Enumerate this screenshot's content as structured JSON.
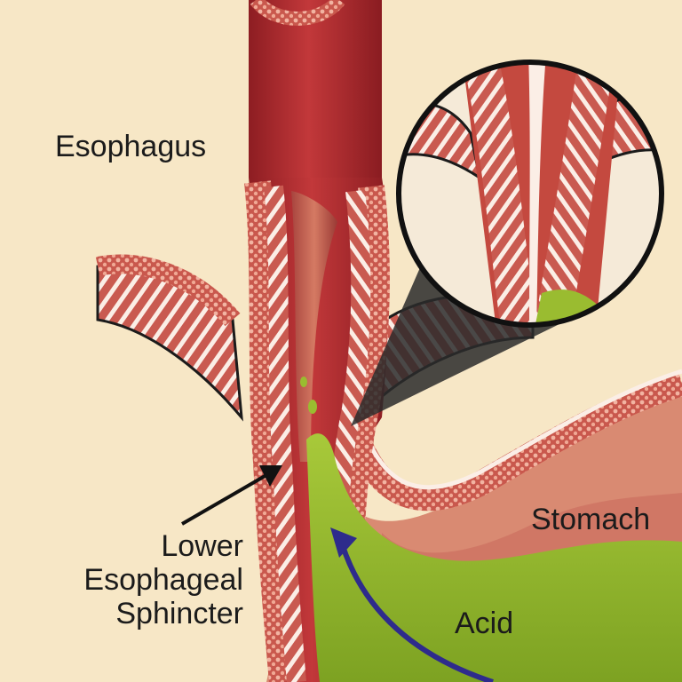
{
  "labels": {
    "esophagus": "Esophagus",
    "stomach": "Stomach",
    "acid": "Acid",
    "sphincter_line1": "Lower",
    "sphincter_line2": "Esophageal",
    "sphincter_line3": "Sphincter"
  },
  "colors": {
    "background": "#f7e7c6",
    "esophagus_outer": "#a8252b",
    "muscle_tissue": "#cf6a5c",
    "acid": "#93b62e",
    "arrow_acid": "#2e2b8c",
    "pointer_arrow": "#111111",
    "magnifier_shadow": "#2a2a2a"
  }
}
